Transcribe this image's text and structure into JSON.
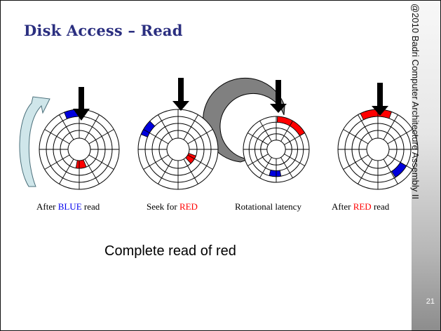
{
  "slide": {
    "title": "Disk Access – Read",
    "sidebar_text": "@2010 Badri Computer Architecture Assembly II",
    "page_number": "21",
    "main_text": "Complete read of red"
  },
  "captions": [
    {
      "before": "After ",
      "highlight": "BLUE",
      "highlight_color": "blue",
      "after": " read"
    },
    {
      "before": "Seek for ",
      "highlight": "RED",
      "highlight_color": "red",
      "after": ""
    },
    {
      "before": "Rotational latency",
      "highlight": "",
      "highlight_color": "",
      "after": ""
    },
    {
      "before": "After ",
      "highlight": "RED",
      "highlight_color": "red",
      "after": " read"
    }
  ],
  "colors": {
    "title": "#2b2f80",
    "blue_sector": "#0000dd",
    "red_sector": "#ff0000",
    "latency_arc": "#808080",
    "rotation_arrow": "#cfe6ea"
  }
}
